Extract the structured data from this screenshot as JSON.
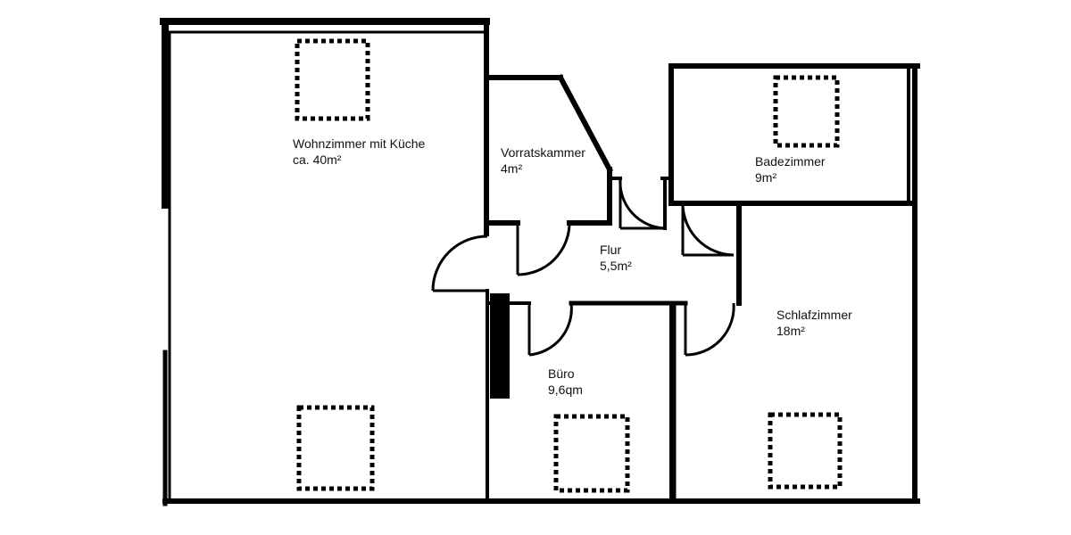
{
  "colors": {
    "wall": "#000000",
    "background": "#ffffff",
    "text": "#111111"
  },
  "rooms": {
    "wohnzimmer": {
      "name": "Wohnzimmer mit Küche",
      "area": "ca. 40m²"
    },
    "vorratskammer": {
      "name": "Vorratskammer",
      "area": "4m²"
    },
    "badezimmer": {
      "name": "Badezimmer",
      "area": "9m²"
    },
    "flur": {
      "name": "Flur",
      "area": "5,5m²"
    },
    "schlafzimmer": {
      "name": "Schlafzimmer",
      "area": "18m²"
    },
    "buero": {
      "name": "Büro",
      "area": "9,6qm"
    }
  },
  "icons": [
    "window-marker-icon",
    "door-swing-icon"
  ]
}
